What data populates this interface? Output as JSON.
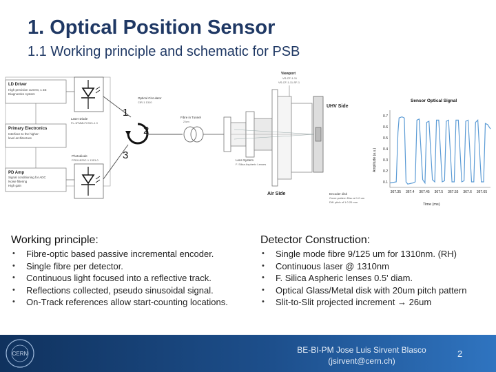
{
  "title": "1. Optical Position Sensor",
  "subtitle": "1.1 Working principle and schematic for PSB",
  "schematic": {
    "ld_driver_title": "LD Driver",
    "ld_driver_text": [
      "High precision current, 1 ZZ",
      "Diagnostics system"
    ],
    "primary_title": "Primary Electronics",
    "primary_text": [
      "Interface to the higher-",
      "level architecture"
    ],
    "pd_amp_title": "PD Amp",
    "pd_amp_text": [
      "Signal conditioning for ADC",
      "Noise filtering",
      "High gain"
    ],
    "laser_diode": "Laser Diode",
    "laser_diode_sub": "FL-1FMMLFCS21-1 0",
    "photodiode": "Photodiode",
    "photodiode_sub": "FPD0-B25C-1 1313-0",
    "circulator": "Optical Circulator",
    "circulator_sub": "CIR-1 1310",
    "port1": "1",
    "port2": "2",
    "port3": "3",
    "fibre": "Fibre in Tunnel",
    "fibre_sub": "2 km",
    "viewport": "Viewport",
    "viewport_sub": [
      "VS-CF-1-11",
      "VS-CF-1-11-SF-1"
    ],
    "uhv_side": "UHV Side",
    "lens": "Lens System",
    "lens_sub": "F. Silica Aspheric Lenses",
    "air_side": "Air Side",
    "encoder": "Encoder disk",
    "encoder_sub": [
      "Cover-pattern Disc at 1.0 um",
      "Diff. pitch of 1.0 20 mm"
    ],
    "chart_title": "Sensor Optical Signal",
    "chart_ylabel": "Amplitude (a.u.)",
    "chart_xlabel": "Time (ms)"
  },
  "chart_data": {
    "type": "line",
    "title": "Sensor Optical Signal",
    "xlabel": "Time (ms)",
    "ylabel": "Amplitude (a.u.)",
    "x_ticks": [
      "367.35",
      "367.4",
      "367.45",
      "367.5",
      "367.55",
      "367.6",
      "367.65"
    ],
    "y_ticks": [
      "0.1",
      "0.2",
      "0.3",
      "0.4",
      "0.5",
      "0.6",
      "0.7"
    ],
    "xlim": [
      367.33,
      367.68
    ],
    "ylim": [
      0.05,
      0.75
    ],
    "series": [
      {
        "x": [
          367.33,
          367.352,
          367.358,
          367.362,
          367.372,
          367.38,
          367.386,
          367.392,
          367.41,
          367.418,
          367.424,
          367.432,
          367.444,
          367.452,
          367.458,
          367.466,
          367.478,
          367.486,
          367.492,
          367.5,
          367.512,
          367.52,
          367.526,
          367.534,
          367.546,
          367.554,
          367.56,
          367.568,
          367.58,
          367.588,
          367.594,
          367.602,
          367.614,
          367.622,
          367.628,
          367.636,
          367.648,
          367.656,
          367.662,
          367.67,
          367.68
        ],
        "y": [
          0.09,
          0.1,
          0.55,
          0.68,
          0.69,
          0.68,
          0.1,
          0.08,
          0.09,
          0.1,
          0.66,
          0.67,
          0.12,
          0.09,
          0.64,
          0.65,
          0.12,
          0.1,
          0.66,
          0.66,
          0.1,
          0.11,
          0.65,
          0.66,
          0.1,
          0.1,
          0.66,
          0.66,
          0.1,
          0.11,
          0.65,
          0.66,
          0.1,
          0.1,
          0.64,
          0.66,
          0.1,
          0.1,
          0.63,
          0.62,
          0.58
        ]
      }
    ],
    "grid": false,
    "line_color": "#5b9bd5"
  },
  "working": {
    "heading": "Working principle:",
    "items": [
      "Fibre-optic based passive incremental encoder.",
      "Single fibre per detector.",
      "Continuous light focused into a reflective track.",
      "Reflections collected, pseudo sinusoidal signal.",
      "On-Track references allow start-counting locations."
    ]
  },
  "detector": {
    "heading": "Detector Construction:",
    "items": [
      "Single mode fibre 9/125 um for 1310nm. (RH)",
      "Continuous laser @ 1310nm",
      "F. Silica Aspheric lenses 0.5' diam.",
      "Optical Glass/Metal disk with 20um pitch pattern",
      "Slit-to-Slit projected increment → 26um"
    ]
  },
  "footer": {
    "line1": "BE-BI-PM Jose Luis Sirvent Blasco",
    "line2": "(jsirvent@cern.ch)",
    "page": "2",
    "logo_text": "CERN"
  },
  "colors": {
    "title": "#1f3864",
    "footer_dark": "#10325e",
    "footer_light": "#2f74c0",
    "signal": "#5b9bd5"
  }
}
